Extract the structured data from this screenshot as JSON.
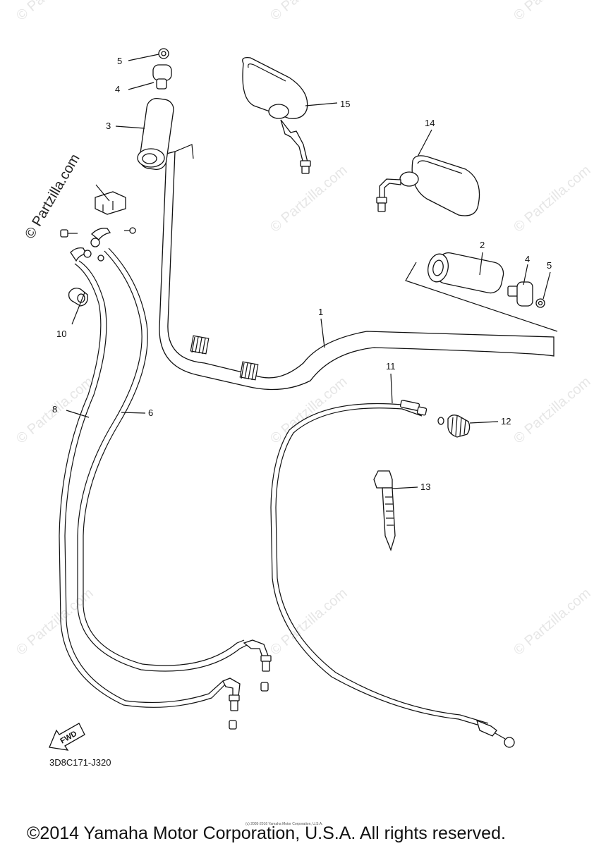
{
  "diagram": {
    "part_labels": [
      {
        "id": "1",
        "text": "1"
      },
      {
        "id": "2",
        "text": "2"
      },
      {
        "id": "3",
        "text": "3"
      },
      {
        "id": "4a",
        "text": "4"
      },
      {
        "id": "4b",
        "text": "4"
      },
      {
        "id": "5a",
        "text": "5"
      },
      {
        "id": "5b",
        "text": "5"
      },
      {
        "id": "6",
        "text": "6"
      },
      {
        "id": "8",
        "text": "8"
      },
      {
        "id": "10",
        "text": "10"
      },
      {
        "id": "11",
        "text": "11"
      },
      {
        "id": "12",
        "text": "12"
      },
      {
        "id": "13",
        "text": "13"
      },
      {
        "id": "14",
        "text": "14"
      },
      {
        "id": "15",
        "text": "15"
      }
    ],
    "fwd_label": "FWD",
    "diagram_code": "3D8C171-J320",
    "watermark_main": "© Partzilla.com",
    "watermark_repeat": "© Partzilla.com",
    "small_copyright": "(c) 2005-2016 Yamaha Motor Corporation, U.S.A.",
    "copyright": "©2014 Yamaha Motor Corporation, U.S.A. All rights reserved."
  }
}
